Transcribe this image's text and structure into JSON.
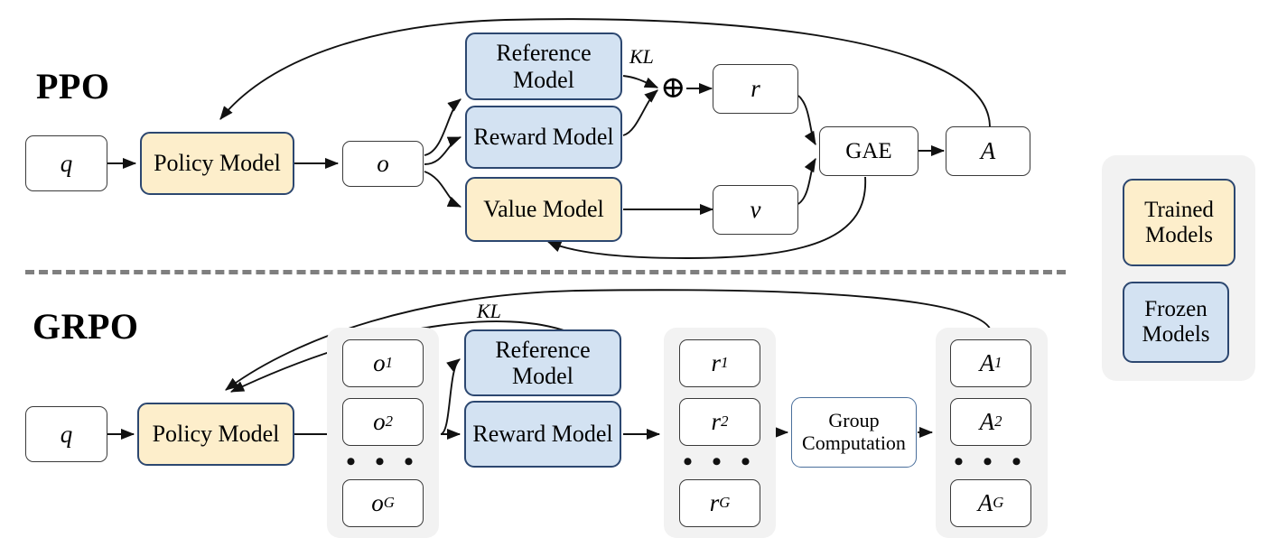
{
  "figure": {
    "type": "diagram",
    "description": "Comparison of PPO and GRPO reinforcement learning pipelines",
    "colors": {
      "trained_fill": "#fdeecb",
      "frozen_fill": "#d3e2f2",
      "node_border": "#2c4770",
      "group_fill": "#f2f2f2",
      "divider": "#7f7f7f"
    }
  },
  "ppo": {
    "title": "PPO",
    "nodes": {
      "query": "q",
      "policy_model": "Policy Model",
      "output": "o",
      "reference_model": "Reference Model",
      "reward_model": "Reward Model",
      "value_model": "Value Model",
      "reward": "r",
      "value": "v",
      "gae": "GAE",
      "advantage": "A"
    },
    "labels": {
      "kl": "KL",
      "oplus": "⊕"
    }
  },
  "grpo": {
    "title": "GRPO",
    "nodes": {
      "query": "q",
      "policy_model": "Policy Model",
      "reference_model": "Reference Model",
      "reward_model": "Reward Model",
      "group_computation": "Group Computation"
    },
    "labels": {
      "kl": "KL",
      "ellipsis": "• • •"
    },
    "outputs": [
      {
        "base": "o",
        "sub": "1"
      },
      {
        "base": "o",
        "sub": "2"
      },
      {
        "base": "o",
        "sub": "G"
      }
    ],
    "rewards": [
      {
        "base": "r",
        "sub": "1"
      },
      {
        "base": "r",
        "sub": "2"
      },
      {
        "base": "r",
        "sub": "G"
      }
    ],
    "advantages": [
      {
        "base": "A",
        "sub": "1"
      },
      {
        "base": "A",
        "sub": "2"
      },
      {
        "base": "A",
        "sub": "G"
      }
    ]
  },
  "legend": {
    "items": [
      {
        "label": "Trained Models",
        "style": "trained"
      },
      {
        "label": "Frozen Models",
        "style": "frozen"
      }
    ]
  }
}
